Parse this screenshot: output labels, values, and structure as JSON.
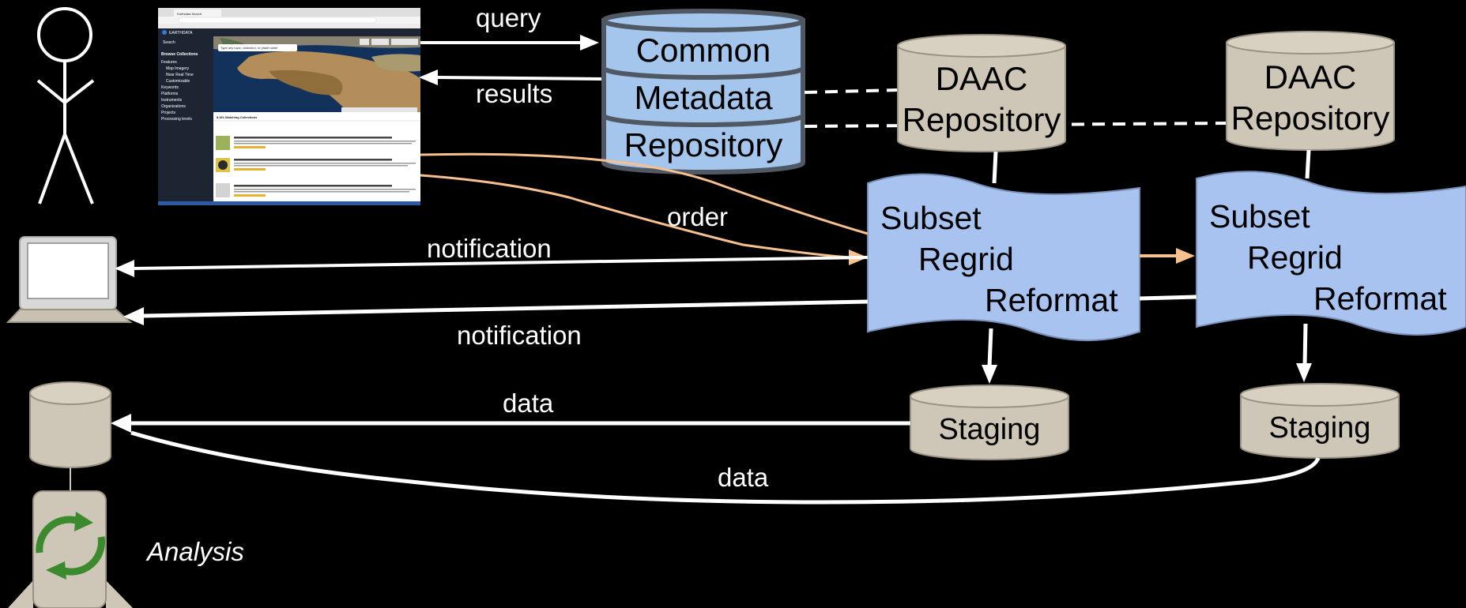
{
  "labels": {
    "query": "query",
    "results": "results",
    "order": "order",
    "notification_top": "notification",
    "notification_bottom": "notification",
    "data_top": "data",
    "data_bottom": "data",
    "analysis": "Analysis"
  },
  "cmr": {
    "line1": "Common",
    "line2": "Metadata",
    "line3": "Repository"
  },
  "daac_left": {
    "line1": "DAAC",
    "line2": "Repository"
  },
  "daac_right": {
    "line1": "DAAC",
    "line2": "Repository"
  },
  "process_left": {
    "line1": "Subset",
    "line2": "Regrid",
    "line3": "Reformat"
  },
  "process_right": {
    "line1": "Subset",
    "line2": "Regrid",
    "line3": "Reformat"
  },
  "staging_left": {
    "label": "Staging"
  },
  "staging_right": {
    "label": "Staging"
  },
  "screenshot": {
    "tab_title": "Earthdata Search",
    "app_name": "EARTHDATA",
    "app_subtitle": "Search",
    "search_placeholder": "Type any topic, collection, or place name",
    "browse_collections": "Browse Collections",
    "results_heading": "8,361 Matching Collections",
    "sidebar_items": [
      "Features",
      "Map Imagery",
      "Near Real Time",
      "Customizable",
      "Keywords",
      "Platforms",
      "Instruments",
      "Organizations",
      "Projects",
      "Processing levels"
    ]
  },
  "colors": {
    "background": "#000000",
    "cmr_fill": "#a4c6ec",
    "repo_fill": "#cec7b8",
    "process_fill": "#a8c3ef",
    "arrow": "#ffffff",
    "order_arrow": "#f7c08f",
    "recycle": "#3c8a2e"
  },
  "icons": [
    "stick-figure-user-icon",
    "laptop-icon",
    "local-storage-cylinder-icon",
    "recycle-icon"
  ]
}
